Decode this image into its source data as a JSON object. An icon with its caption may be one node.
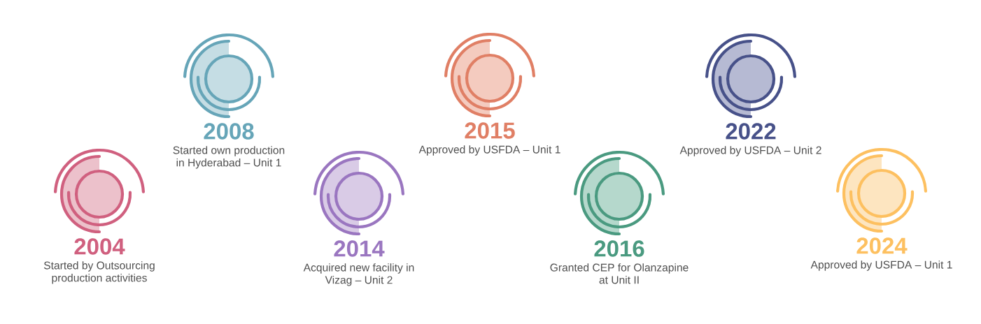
{
  "diagram": {
    "nodes": [
      {
        "text": [
          "2004",
          "Started by Outsourcing production activities"
        ]
      },
      {
        "text": [
          "2008",
          "Started own production in Hyderabad – Unit 1"
        ]
      },
      {
        "text": [
          "2014",
          "Acquired new facility in Vizag – Unit 2"
        ]
      },
      {
        "text": [
          "2015",
          "Approved by USFDA – Unit 1"
        ]
      },
      {
        "text": [
          "2016",
          "Granted CEP for Olanzapine at Unit II"
        ]
      },
      {
        "text": [
          "2022",
          "Approved by USFDA – Unit 2"
        ]
      },
      {
        "text": [
          "2024",
          "Approved by USFDA – Unit 1"
        ]
      }
    ]
  }
}
